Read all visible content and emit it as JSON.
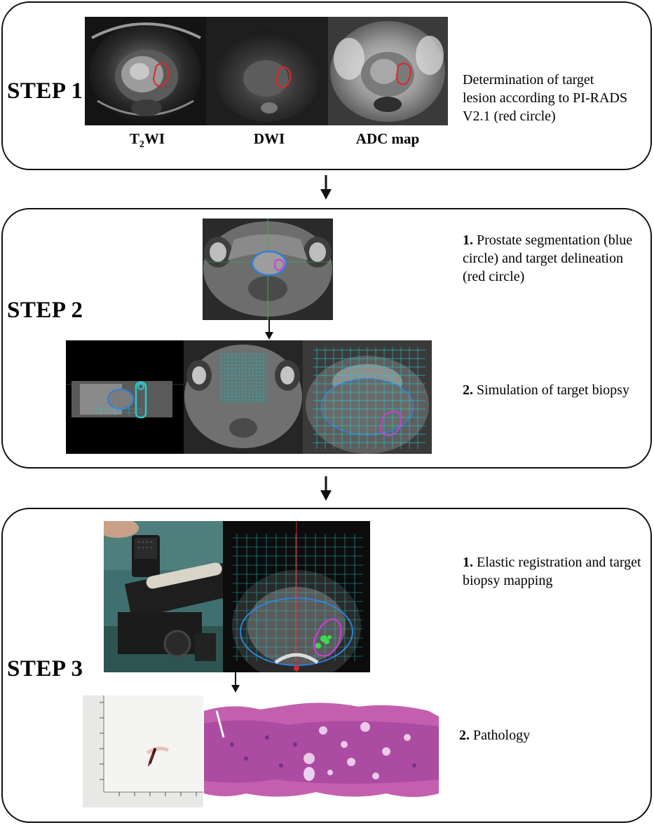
{
  "steps": [
    {
      "title": "STEP 1",
      "description": "Determination of target lesion according to PI-RADS V2.1 (red circle)",
      "captions": {
        "t2wi_base": "T",
        "t2wi_sub": "2",
        "t2wi_tail": "WI",
        "dwi": "DWI",
        "adc": "ADC map"
      }
    },
    {
      "title": "STEP 2",
      "items": [
        {
          "num": "1.",
          "text": "Prostate segmentation (blue circle) and target delineation (red circle)"
        },
        {
          "num": "2.",
          "text": "Simulation of target biopsy"
        }
      ]
    },
    {
      "title": "STEP 3",
      "items": [
        {
          "num": "1.",
          "text": "Elastic registration and target biopsy mapping"
        },
        {
          "num": "2.",
          "text": "Pathology"
        }
      ]
    }
  ],
  "colors": {
    "target": "#e0262a",
    "prostate": "#2f7fd6",
    "grid": "#27c9c9",
    "magenta": "#d43adf",
    "border": "#111111"
  }
}
